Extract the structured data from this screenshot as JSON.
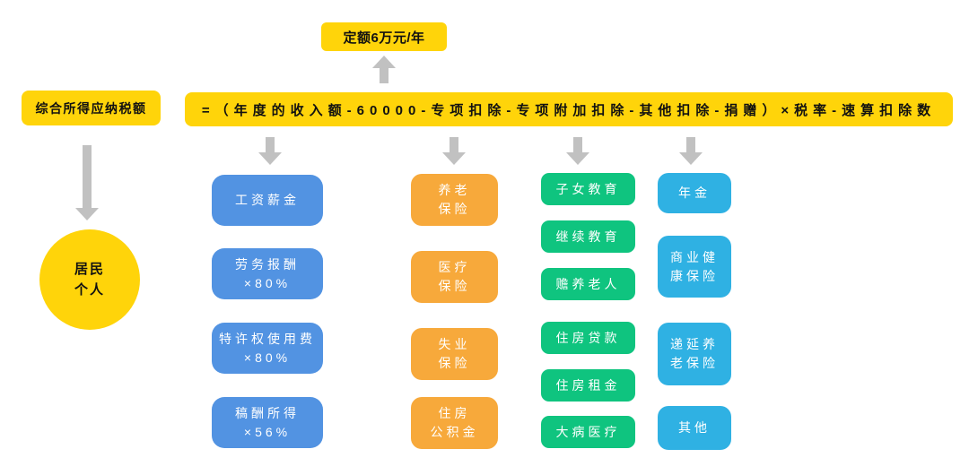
{
  "palette": {
    "yellow": "#FFD40A",
    "blue": "#5293E2",
    "orange": "#F7A93B",
    "green": "#0FC47F",
    "cyan": "#2FB1E3",
    "arrow_gray": "#C1C1C1",
    "dark_text": "#111111"
  },
  "nodes": {
    "quota": {
      "label": "定额6万元/年"
    },
    "result": {
      "label": "综合所得应纳税额"
    },
    "formula": {
      "label": "=（年度的收入额-60000-专项扣除-专项附加扣除-其他扣除-捐赠）×税率-速算扣除数"
    },
    "resident": {
      "line1": "居民",
      "line2": "个人"
    }
  },
  "columns": [
    {
      "boxes": [
        {
          "line1": "工资薪金"
        },
        {
          "line1": "劳务报酬",
          "line2": "×80%"
        },
        {
          "line1": "特许权使用费",
          "line2": "×80%"
        },
        {
          "line1": "稿酬所得",
          "line2": "×56%"
        }
      ]
    },
    {
      "boxes": [
        {
          "line1": "养老",
          "line2": "保险"
        },
        {
          "line1": "医疗",
          "line2": "保险"
        },
        {
          "line1": "失业",
          "line2": "保险"
        },
        {
          "line1": "住房",
          "line2": "公积金"
        }
      ]
    },
    {
      "boxes": [
        {
          "line1": "子女教育"
        },
        {
          "line1": "继续教育"
        },
        {
          "line1": "赡养老人"
        },
        {
          "line1": "住房贷款"
        },
        {
          "line1": "住房租金"
        },
        {
          "line1": "大病医疗"
        }
      ]
    },
    {
      "boxes": [
        {
          "line1": "年金"
        },
        {
          "line1": "商业健",
          "line2": "康保险"
        },
        {
          "line1": "递延养",
          "line2": "老保险"
        },
        {
          "line1": "其他"
        }
      ]
    }
  ]
}
